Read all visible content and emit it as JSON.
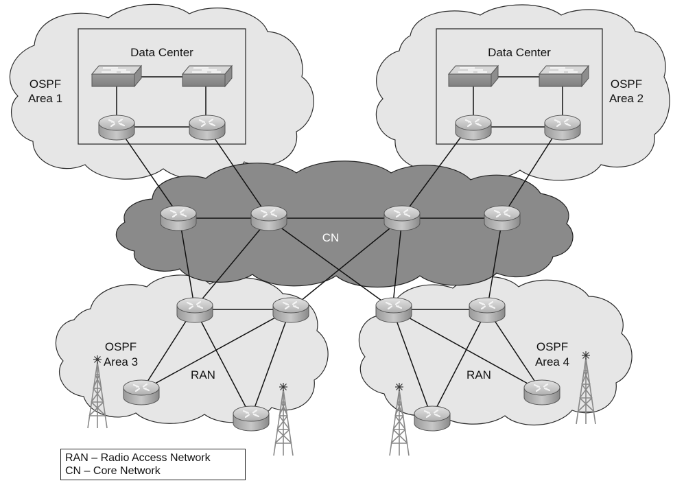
{
  "clouds": {
    "area1": {
      "name": "OSPF",
      "area": "Area 1",
      "dc_label": "Data Center"
    },
    "area2": {
      "name": "OSPF",
      "area": "Area 2",
      "dc_label": "Data Center"
    },
    "core": {
      "label": "CN"
    },
    "area3": {
      "name": "OSPF",
      "area": "Area 3",
      "ran_label": "RAN"
    },
    "area4": {
      "name": "OSPF",
      "area": "Area 4",
      "ran_label": "RAN"
    }
  },
  "legend": {
    "line1": "RAN – Radio Access Network",
    "line2": "CN – Core Network"
  },
  "colors": {
    "light_cloud": "#e6e6e6",
    "core_cloud": "#8a8a8a",
    "router": "#b9b9b9",
    "switch": "#a9a9a9",
    "link": "#111111"
  }
}
